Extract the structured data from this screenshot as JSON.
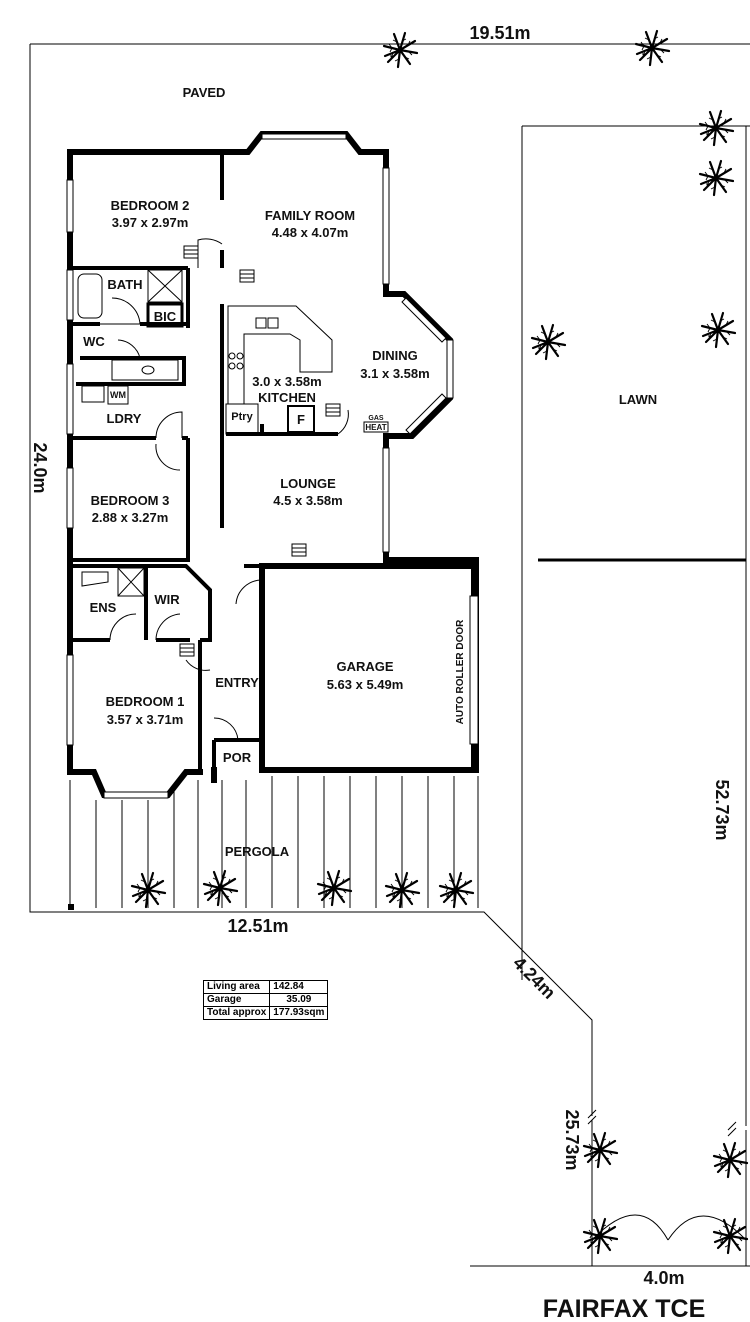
{
  "rooms": {
    "bedroom2": {
      "name": "BEDROOM 2",
      "size": "3.97 x 2.97m"
    },
    "family": {
      "name": "FAMILY ROOM",
      "size": "4.48 x 4.07m"
    },
    "dining": {
      "name": "DINING",
      "size": "3.1 x 3.58m"
    },
    "kitchen": {
      "name": "KITCHEN",
      "size": "3.0 x 3.58m"
    },
    "lounge": {
      "name": "LOUNGE",
      "size": "4.5 x 3.58m"
    },
    "bedroom3": {
      "name": "BEDROOM 3",
      "size": "2.88 x 3.27m"
    },
    "bedroom1": {
      "name": "BEDROOM 1",
      "size": "3.57 x 3.71m"
    },
    "garage": {
      "name": "GARAGE",
      "size": "5.63 x 5.49m"
    }
  },
  "labels": {
    "paved": "PAVED",
    "lawn": "LAWN",
    "pergola": "PERGOLA",
    "bath": "BATH",
    "bic": "BIC",
    "wc": "WC",
    "wm": "WM",
    "ldry": "LDRY",
    "ptry": "Ptry",
    "fridge": "F",
    "gas": "GAS",
    "heat": "HEAT",
    "ens": "ENS",
    "wir": "WIR",
    "entry": "ENTRY",
    "por": "POR",
    "roller_door": "AUTO ROLLER DOOR"
  },
  "dimensions": {
    "top": "19.51m",
    "left": "24.0m",
    "bottom": "12.51m",
    "diagonal": "4.24m",
    "right": "52.73m",
    "driveway_side": "25.73m",
    "frontage": "4.0m"
  },
  "street": "FAIRFAX TCE",
  "areas": [
    {
      "label": "Living area",
      "value": "142.84"
    },
    {
      "label": "Garage",
      "value": "35.09"
    },
    {
      "label": "Total approx",
      "value": "177.93sqm"
    }
  ]
}
